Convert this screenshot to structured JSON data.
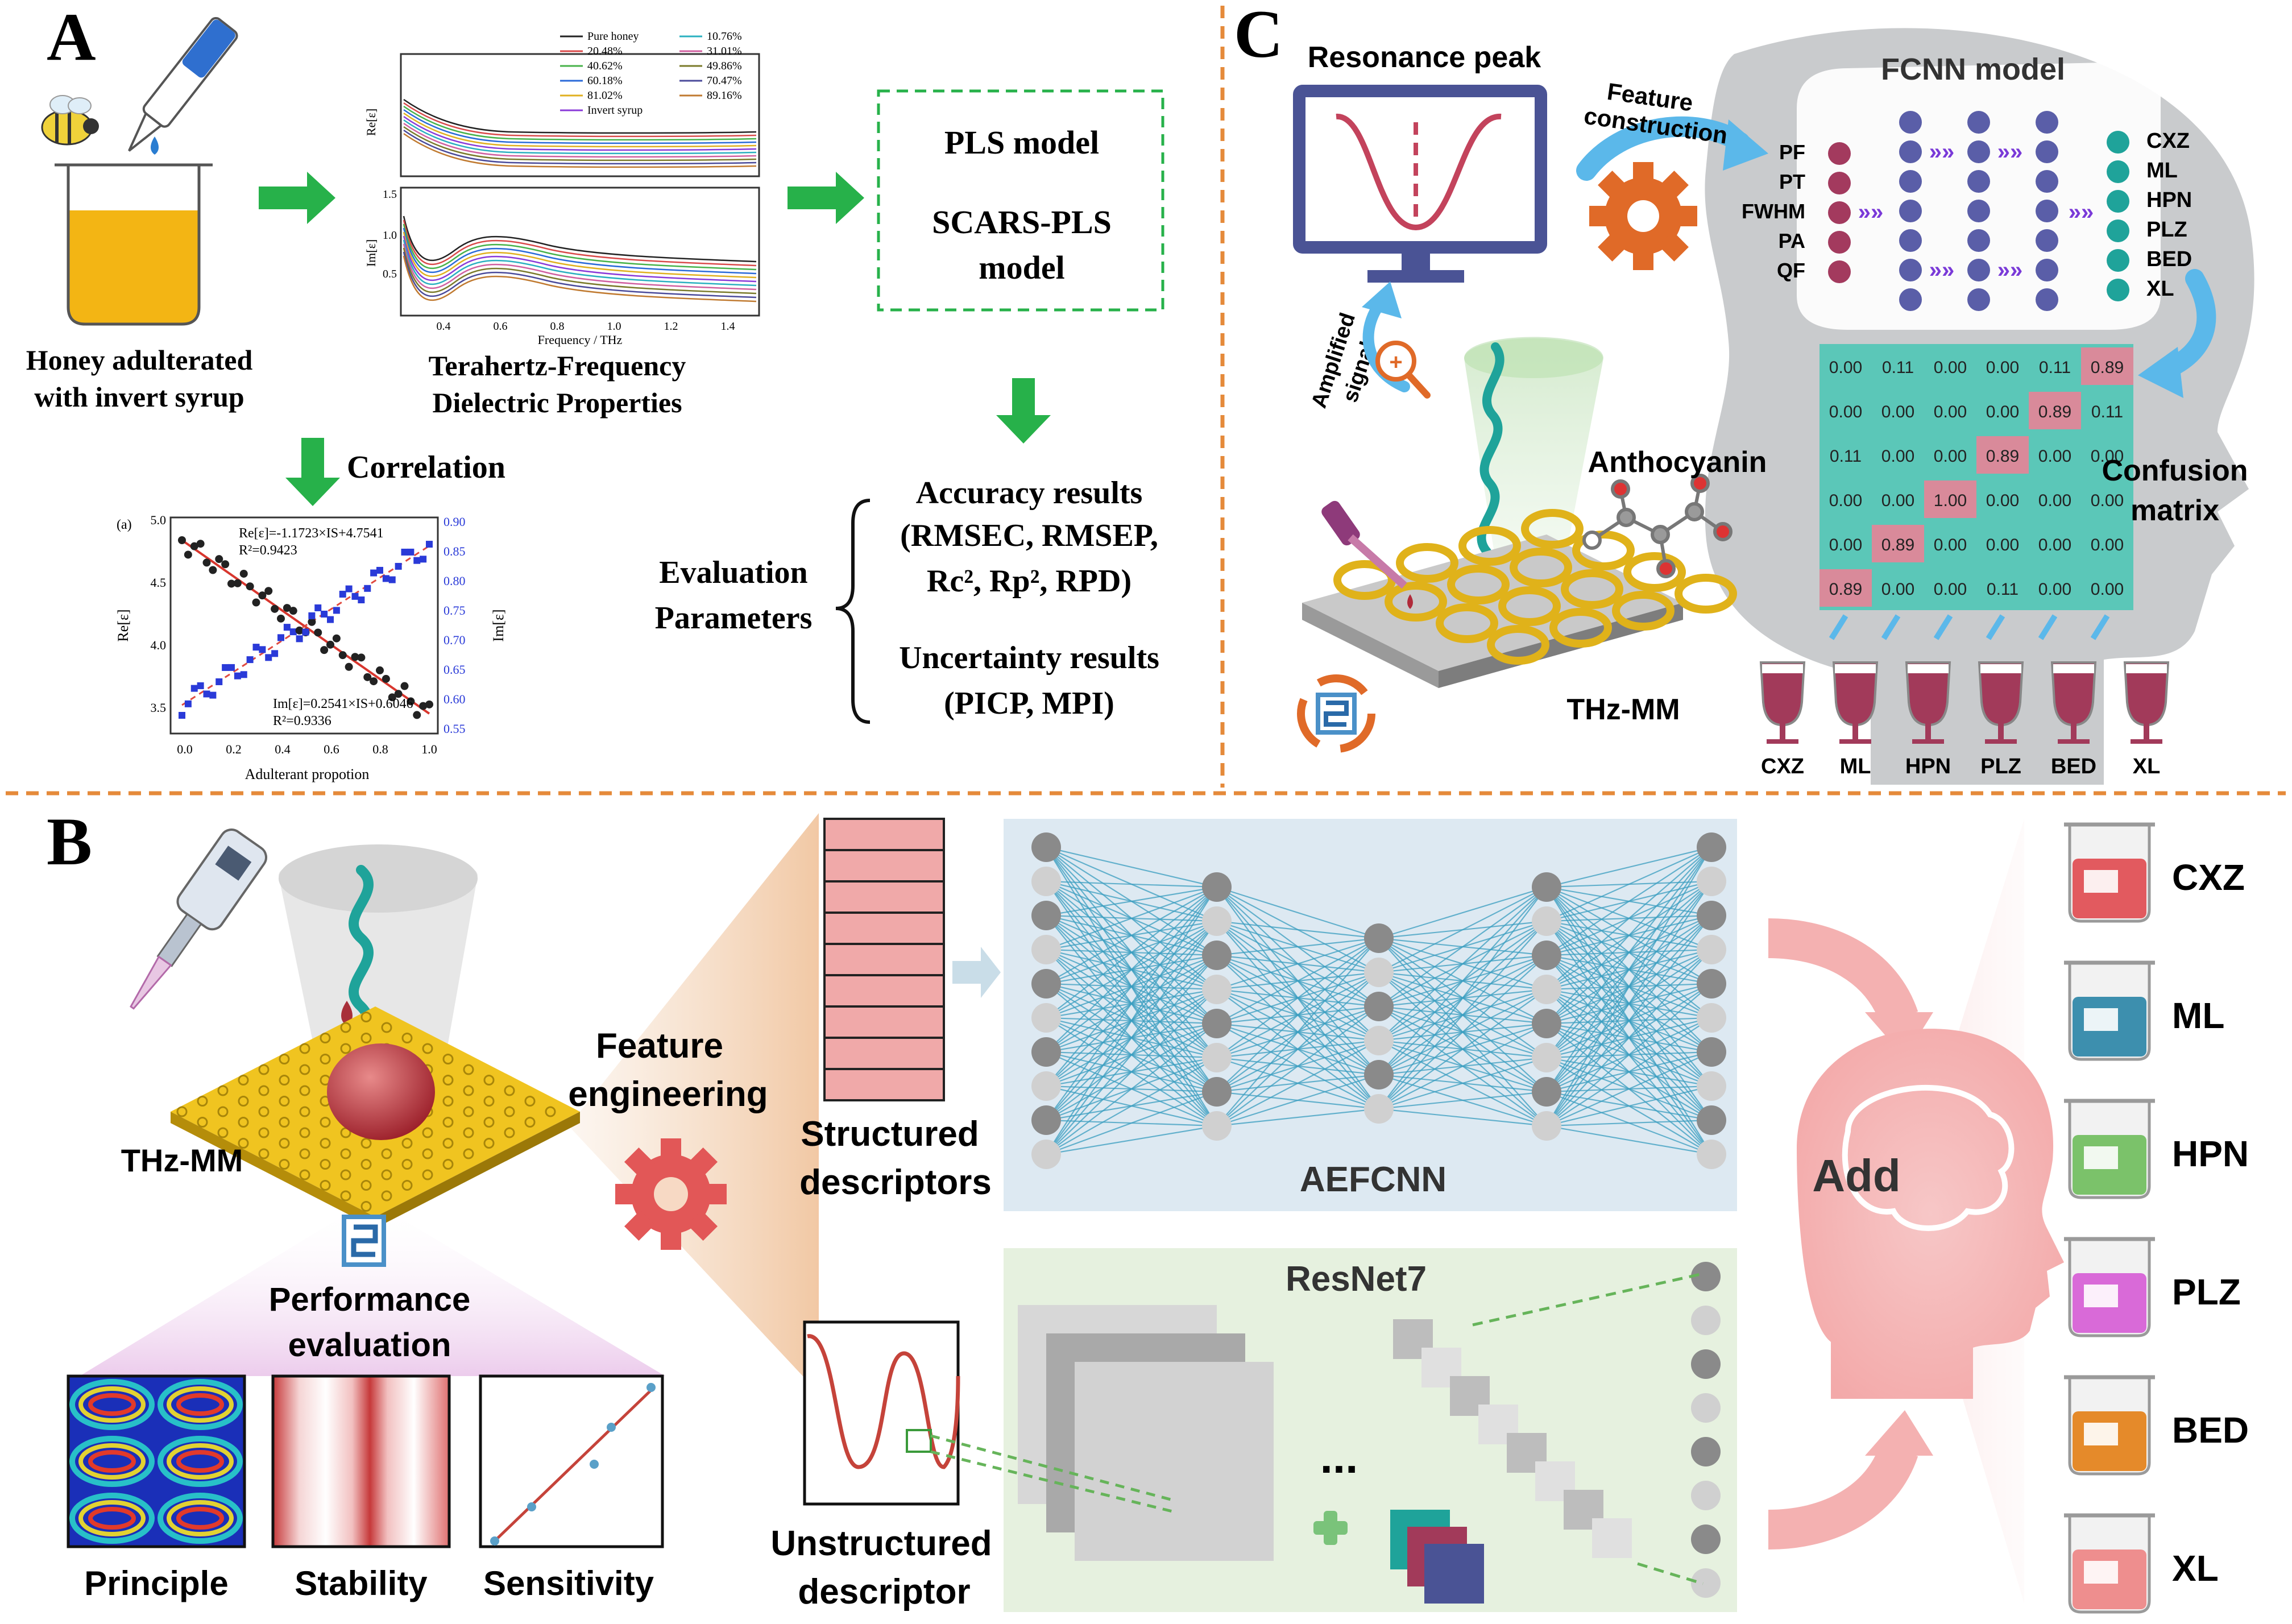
{
  "panels": {
    "a": {
      "letter": "A",
      "sample_caption": [
        "Honey adulterated",
        "with invert syrup"
      ],
      "spectra_caption": [
        "Terahertz-Frequency",
        "Dielectric Properties"
      ],
      "legend": [
        "Pure honey",
        "20.48%",
        "40.62%",
        "60.18%",
        "81.02%",
        "Invert syrup",
        "10.76%",
        "31.01%",
        "49.86%",
        "70.47%",
        "89.16%"
      ],
      "spectra_ylabel_top": "Re[ε]",
      "spectra_ylabel_bottom": "Im[ε]",
      "spectra_xlabel": "Frequency / THz",
      "spectra_xticks": [
        "0.4",
        "0.6",
        "0.8",
        "1.0",
        "1.2",
        "1.4"
      ],
      "spectra_yticks_bottom": [
        "1.5",
        "1.0",
        "0.5"
      ],
      "correlation_label": "Correlation",
      "scatter_tag": "(a)",
      "scatter_eq1": "Re[ε]=-1.1723×IS+4.7541",
      "scatter_r1": "R²=0.9423",
      "scatter_eq2": "Im[ε]=0.2541×IS+0.6046",
      "scatter_r2": "R²=0.9336",
      "scatter_xlabel": "Adulterant propotion",
      "scatter_ylabel_left": "Re[ε]",
      "scatter_ylabel_right": "Im[ε]",
      "scatter_xticks": [
        "0.0",
        "0.2",
        "0.4",
        "0.6",
        "0.8",
        "1.0"
      ],
      "scatter_yticks_left": [
        "5.0",
        "4.5",
        "4.0",
        "3.5"
      ],
      "scatter_yticks_right": [
        "0.90",
        "0.85",
        "0.80",
        "0.75",
        "0.70",
        "0.65",
        "0.60",
        "0.55"
      ],
      "model_box": [
        "PLS model",
        "SCARS-PLS",
        "model"
      ],
      "evaluation_label": [
        "Evaluation",
        "Parameters"
      ],
      "accuracy_lines": [
        "Accuracy results",
        "(RMSEC, RMSEP,",
        "Rc², Rp², RPD)"
      ],
      "uncertainty_lines": [
        "Uncertainty results",
        "(PICP, MPI)"
      ]
    },
    "b": {
      "letter": "B",
      "thz_label": "THz-MM",
      "feature_label": [
        "Feature",
        "engineering"
      ],
      "performance_label": [
        "Performance",
        "evaluation"
      ],
      "eval_items": [
        "Principle",
        "Stability",
        "Sensitivity"
      ],
      "structured_label": [
        "Structured",
        "descriptors"
      ],
      "unstructured_label": [
        "Unstructured",
        "descriptor"
      ],
      "aefcnn_label": "AEFCNN",
      "resnet_label": "ResNet7",
      "ellipsis": "...",
      "add_label": "Add",
      "classes": [
        "CXZ",
        "ML",
        "HPN",
        "PLZ",
        "BED",
        "XL"
      ],
      "class_colors": [
        "#e25a5f",
        "#3d8fae",
        "#7bc26a",
        "#d96ad8",
        "#e58a2a",
        "#ee8e8e"
      ]
    },
    "c": {
      "letter": "C",
      "resonance_label": "Resonance peak",
      "feature_construction": [
        "Feature",
        "construction"
      ],
      "fcnn_label": "FCNN model",
      "inputs": [
        "PF",
        "PT",
        "FWHM",
        "PA",
        "QF"
      ],
      "outputs": [
        "CXZ",
        "ML",
        "HPN",
        "PLZ",
        "BED",
        "XL"
      ],
      "amplified_label": [
        "Amplified",
        "signal"
      ],
      "anthocyanin_label": "Anthocyanin",
      "thz_label": "THz-MM",
      "confusion_label": [
        "Confusion",
        "matrix"
      ],
      "confusion_matrix": [
        [
          "0.00",
          "0.11",
          "0.00",
          "0.00",
          "0.11",
          "0.89"
        ],
        [
          "0.00",
          "0.00",
          "0.00",
          "0.00",
          "0.89",
          "0.11"
        ],
        [
          "0.11",
          "0.00",
          "0.00",
          "0.89",
          "0.00",
          "0.00"
        ],
        [
          "0.00",
          "0.00",
          "1.00",
          "0.00",
          "0.00",
          "0.00"
        ],
        [
          "0.00",
          "0.89",
          "0.00",
          "0.00",
          "0.00",
          "0.00"
        ],
        [
          "0.89",
          "0.00",
          "0.00",
          "0.11",
          "0.00",
          "0.00"
        ]
      ],
      "wine_labels": [
        "CXZ",
        "ML",
        "HPN",
        "PLZ",
        "BED",
        "XL"
      ]
    }
  },
  "colors": {
    "arrow_green": "#27b14a",
    "divider_orange": "#e58a3a",
    "teal": "#1d9a92",
    "wine": "#a23a5a",
    "highlight": "#d98a9a",
    "matrix_bg": "#5bc7b8"
  }
}
